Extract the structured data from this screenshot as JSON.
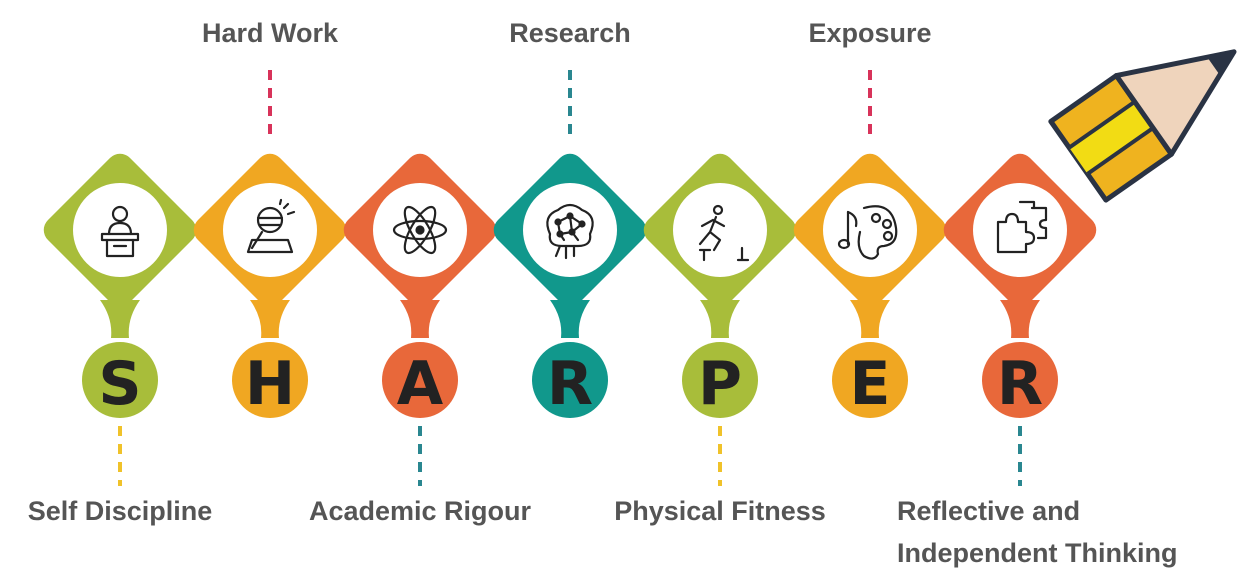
{
  "colors": {
    "lime": "#a8bd3a",
    "amber": "#f0a722",
    "orange": "#e8683a",
    "teal": "#11988c",
    "label": "#555555",
    "letter": "#222222",
    "dash_red": "#d8335a",
    "dash_teal": "#2a8790",
    "dash_yellow": "#f0c22a",
    "pencil_wood": "#efd4bc",
    "pencil_body": "#efb31f",
    "pencil_stripe": "#f2dc14",
    "pencil_outline": "#2a3344"
  },
  "steps": [
    {
      "letter": "S",
      "label": "Self Discipline",
      "label_position": "bottom",
      "color": "lime",
      "icon": "lecturer-podium-icon"
    },
    {
      "letter": "H",
      "label": "Hard Work",
      "label_position": "top",
      "color": "amber",
      "icon": "student-writing-icon"
    },
    {
      "letter": "A",
      "label": "Academic Rigour",
      "label_position": "bottom",
      "color": "orange",
      "icon": "atom-icon"
    },
    {
      "letter": "R",
      "label": "Research",
      "label_position": "top",
      "color": "teal",
      "icon": "neural-brain-icon"
    },
    {
      "letter": "P",
      "label": "Physical Fitness",
      "label_position": "bottom",
      "color": "lime",
      "icon": "hurdle-runner-icon"
    },
    {
      "letter": "E",
      "label": "Exposure",
      "label_position": "top",
      "color": "amber",
      "icon": "music-palette-icon"
    },
    {
      "letter": "R",
      "label": "Reflective and",
      "label_line2": "Independent Thinking",
      "label_position": "bottom",
      "color": "orange",
      "icon": "puzzle-pieces-icon"
    }
  ],
  "decoration": {
    "icon": "pencil-icon"
  }
}
